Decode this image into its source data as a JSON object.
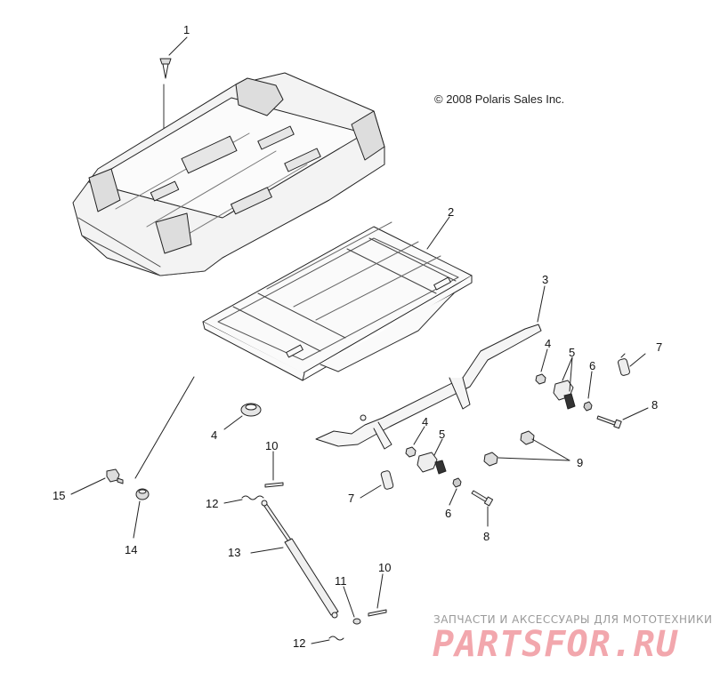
{
  "diagram": {
    "copyright": "© 2008 Polaris Sales Inc.",
    "callouts": [
      {
        "id": "c1",
        "label": "1"
      },
      {
        "id": "c2",
        "label": "2"
      },
      {
        "id": "c3",
        "label": "3"
      },
      {
        "id": "c4a",
        "label": "4"
      },
      {
        "id": "c4b",
        "label": "4"
      },
      {
        "id": "c4c",
        "label": "4"
      },
      {
        "id": "c5a",
        "label": "5"
      },
      {
        "id": "c5b",
        "label": "5"
      },
      {
        "id": "c6a",
        "label": "6"
      },
      {
        "id": "c6b",
        "label": "6"
      },
      {
        "id": "c7a",
        "label": "7"
      },
      {
        "id": "c7b",
        "label": "7"
      },
      {
        "id": "c8a",
        "label": "8"
      },
      {
        "id": "c8b",
        "label": "8"
      },
      {
        "id": "c9",
        "label": "9"
      },
      {
        "id": "c10a",
        "label": "10"
      },
      {
        "id": "c10b",
        "label": "10"
      },
      {
        "id": "c11",
        "label": "11"
      },
      {
        "id": "c12a",
        "label": "12"
      },
      {
        "id": "c12b",
        "label": "12"
      },
      {
        "id": "c13",
        "label": "13"
      },
      {
        "id": "c14",
        "label": "14"
      },
      {
        "id": "c15",
        "label": "15"
      }
    ]
  },
  "watermark": {
    "line1": "ЗАПЧАСТИ И АКСЕССУАРЫ ДЛЯ МОТОТЕХНИКИ",
    "line2": "PARTSFOR.RU"
  }
}
